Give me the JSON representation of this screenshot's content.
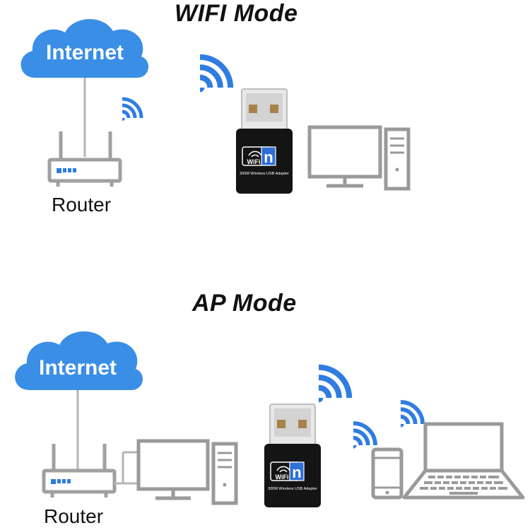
{
  "wifi_mode": {
    "title": "WIFI Mode",
    "cloud_label": "Internet",
    "router_label": "Router",
    "adapter_badge_wifi": "WiFi",
    "adapter_badge_n": "n",
    "adapter_caption": "300M Wireless USB Adapter"
  },
  "ap_mode": {
    "title": "AP Mode",
    "cloud_label": "Internet",
    "router_label": "Router",
    "adapter_badge_wifi": "WiFi",
    "adapter_badge_n": "n",
    "adapter_caption": "300M Wireless USB Adapter"
  },
  "colors": {
    "cloud_blue": "#3a8ee6",
    "wifi_blue": "#2f7de1",
    "device_gray": "#9a9a9a",
    "line_gray": "#b5b5b5",
    "dongle_black": "#141414"
  },
  "icons": [
    "cloud-icon",
    "router-icon",
    "wifi-signal-icon",
    "usb-adapter-icon",
    "desktop-computer-icon",
    "smartphone-icon",
    "laptop-icon"
  ]
}
